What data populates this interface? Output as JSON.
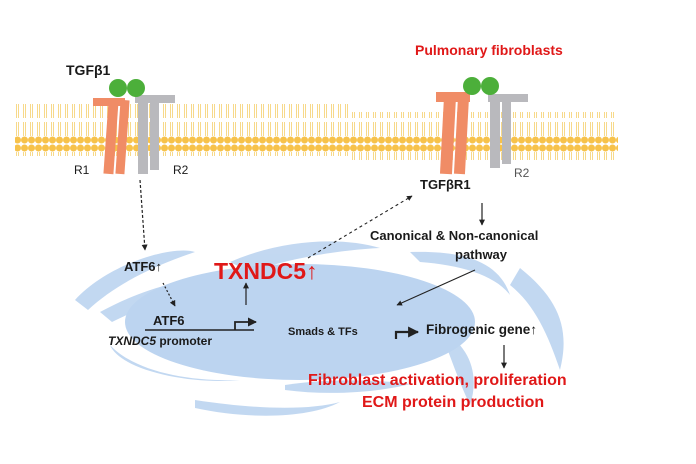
{
  "title": "Pulmonary fibroblasts",
  "ligand": {
    "label": "TGFβ1"
  },
  "receptors_left": {
    "r1": "R1",
    "r2": "R2"
  },
  "receptors_right": {
    "r1": "TGFβR1",
    "r2": "R2"
  },
  "atf6_up": "ATF6↑",
  "txndc5_up": "TXNDC5↑",
  "atf6_binding": "ATF6",
  "promoter_gene": "TXNDC5",
  "promoter_word": " promoter",
  "pathway": {
    "line1": "Canonical & Non-canonical",
    "line2": "pathway"
  },
  "smads": "Smads & TFs",
  "fibrogenic": "Fibrogenic gene↑",
  "outcome": {
    "line1": "Fibroblast activation, proliferation",
    "line2": "ECM protein production"
  },
  "colors": {
    "membrane": "#f7c24a",
    "receptor_r1": "#f08c66",
    "receptor_r2": "#b9b9bd",
    "ligand": "#4caf3a",
    "er_nucleus": "#bcd4f0",
    "highlight_red": "#e01818",
    "text": "#1a1a1a"
  }
}
